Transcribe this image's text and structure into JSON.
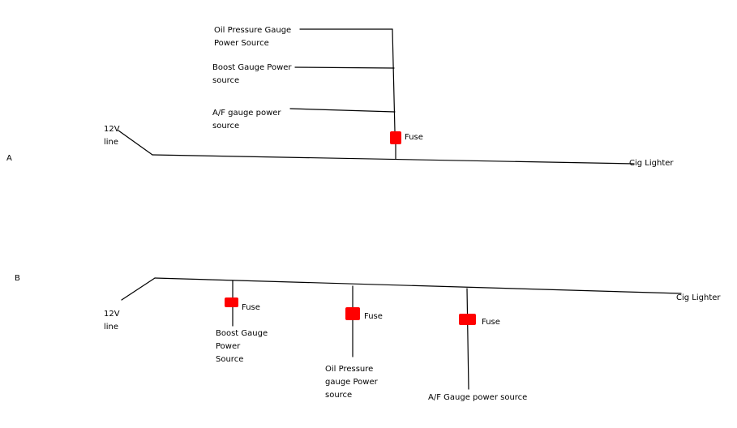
{
  "colors": {
    "wire": "#000000",
    "fuse": "#ff0000",
    "text": "#000000"
  },
  "diagram_a": {
    "section_label": "A",
    "input_label": "12V\nline",
    "output_label": "Cig Lighter",
    "fuse_label": "Fuse",
    "branches": [
      "Oil Pressure Gauge\nPower Source",
      "Boost Gauge Power\nsource",
      "A/F gauge power\nsource"
    ]
  },
  "diagram_b": {
    "section_label": "B",
    "input_label": "12V\nline",
    "output_label": "Cig Lighter",
    "fuses": [
      {
        "fuse_label": "Fuse",
        "source_label": "Boost Gauge\nPower\nSource"
      },
      {
        "fuse_label": "Fuse",
        "source_label": "Oil Pressure\ngauge Power\nsource"
      },
      {
        "fuse_label": "Fuse",
        "source_label": "A/F Gauge power source"
      }
    ]
  }
}
